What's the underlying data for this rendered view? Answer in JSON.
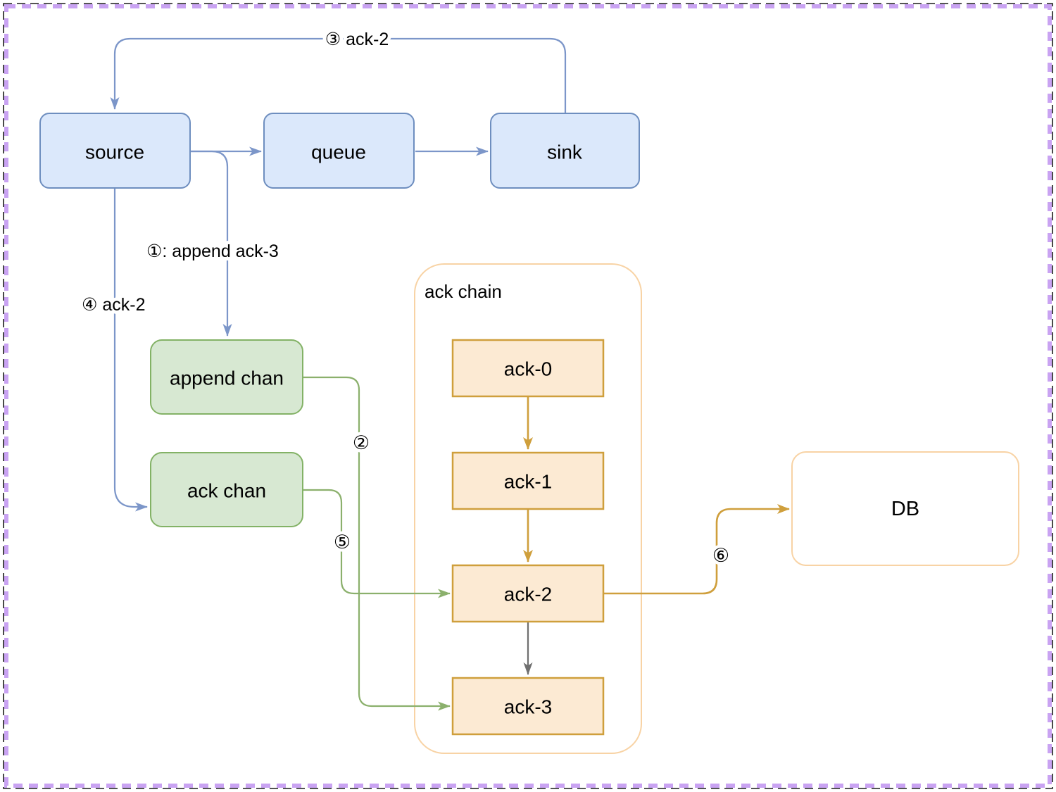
{
  "colors": {
    "blue_fill": "#dbe8fb",
    "blue_border": "#6e8ebf",
    "blue_edge": "#7c96c9",
    "green_fill": "#d7e8d2",
    "green_border": "#83b266",
    "green_edge": "#8bb06c",
    "orange_fill": "#fcead3",
    "orange_border": "#cf9f3c",
    "gold_edge": "#cf9f3c",
    "peach_border": "#f8d3a5",
    "gray_edge": "#6f6f6f",
    "selection_purple": "#c9a3f2",
    "selection_black": "#1c1c1c",
    "label_text": "#000000"
  },
  "nodes": {
    "source": {
      "label": "source"
    },
    "queue": {
      "label": "queue"
    },
    "sink": {
      "label": "sink"
    },
    "append_chan": {
      "label": "append chan"
    },
    "ack_chan": {
      "label": "ack chan"
    },
    "ack_chain_group": {
      "label": "ack chain"
    },
    "ack0": {
      "label": "ack-0"
    },
    "ack1": {
      "label": "ack-1"
    },
    "ack2": {
      "label": "ack-2"
    },
    "ack3": {
      "label": "ack-3"
    },
    "db": {
      "label": "DB"
    }
  },
  "edge_labels": {
    "step1": "①:  append ack-3",
    "step2": "②",
    "step3": "③ ack-2",
    "step4": "④ ack-2",
    "step5": "⑤",
    "step6": "⑥"
  }
}
